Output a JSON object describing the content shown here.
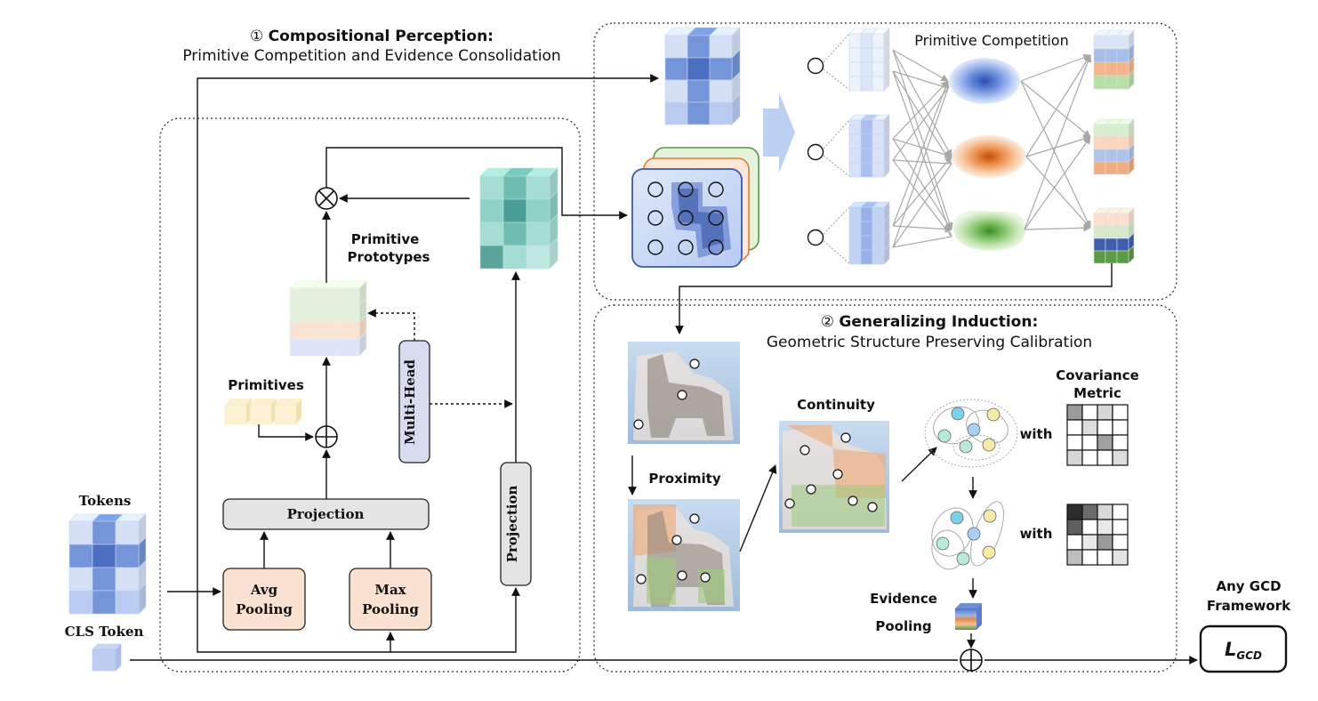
{
  "title": {
    "part1_number": "①",
    "part1_name": "Compositional Perception",
    "part1_colon": ":",
    "part1_sub": "Primitive Competition and Evidence Consolidation",
    "part2_number": "②",
    "part2_name": "Generalizing Induction",
    "part2_colon": ":",
    "part2_sub": "Geometric Structure Preserving Calibration"
  },
  "left": {
    "tokens_label": "Tokens",
    "cls_label": "CLS Token",
    "projection_label": "Projection",
    "avg_pool_line1": "Avg",
    "avg_pool_line2": "Pooling",
    "max_pool_line1": "Max",
    "max_pool_line2": "Pooling",
    "projection_vertical_label": "Projection",
    "multihead_label": "Multi-Head",
    "primitives_label": "Primitives",
    "prototypes_line1": "Primitive",
    "prototypes_line2": "Prototypes"
  },
  "right_top": {
    "competition_label": "Primitive Competition"
  },
  "right_bottom": {
    "proximity_label": "Proximity",
    "continuity_label": "Continuity",
    "covariance_line1": "Covariance",
    "covariance_line2": "Metric",
    "with_label_1": "with",
    "with_label_2": "with",
    "evidence_line1": "Evidence",
    "evidence_line2": "Pooling"
  },
  "output": {
    "framework_line1": "Any GCD",
    "framework_line2": "Framework",
    "loss_main": "L",
    "loss_sub": "GCD"
  }
}
